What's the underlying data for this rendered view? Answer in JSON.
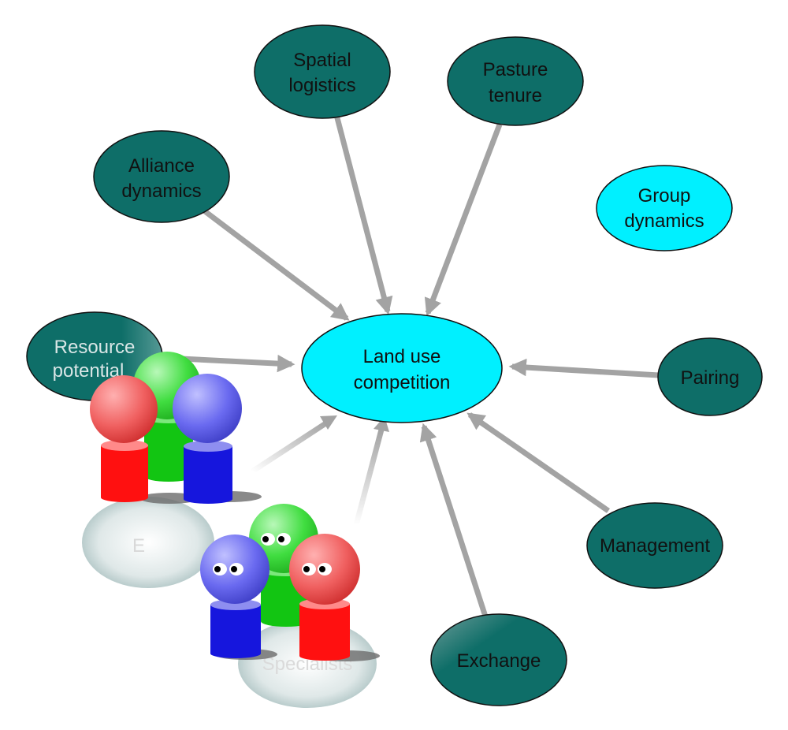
{
  "nodes": {
    "spatial_logistics": {
      "line1": "Spatial",
      "line2": "logistics"
    },
    "pasture_tenure": {
      "line1": "Pasture",
      "line2": "tenure"
    },
    "alliance_dynamics": {
      "line1": "Alliance",
      "line2": "dynamics"
    },
    "group_dynamics": {
      "line1": "Group",
      "line2": "dynamics"
    },
    "resource_potential": {
      "line1": "Resource",
      "line2": "potential"
    },
    "land_use_competition": {
      "line1": "Land use",
      "line2": "competition"
    },
    "pairing": {
      "label": "Pairing"
    },
    "management": {
      "label": "Management"
    },
    "exchange": {
      "label": "Exchange"
    },
    "faded_left": {
      "label": "E"
    },
    "faded_bottom": {
      "label": "Specialists"
    }
  },
  "colors": {
    "teal": "#0e6e68",
    "cyan": "#00f0ff",
    "arrow": "#a3a3a3",
    "figure_red": "#ff1010",
    "figure_green": "#12c512",
    "figure_blue": "#1616dd"
  }
}
